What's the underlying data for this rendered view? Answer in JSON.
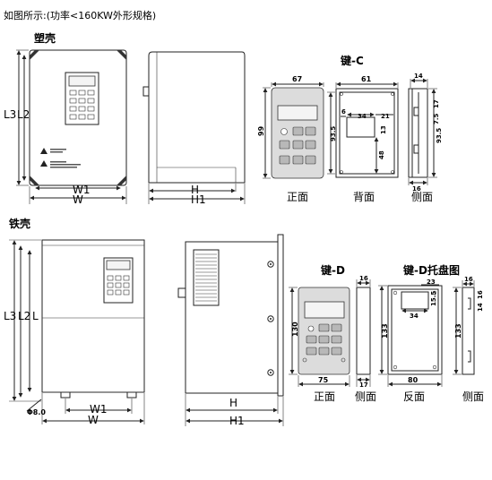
{
  "caption": "如图所示:(功率<160KW外形规格)",
  "plastic": {
    "title": "塑壳",
    "dims": {
      "w1": "W1",
      "w": "W",
      "h": "H",
      "h1": "H1",
      "l3": "L3",
      "l2": "L2"
    }
  },
  "keypad_c": {
    "title": "键-C",
    "front": {
      "label": "正面",
      "width": "67",
      "height": "99"
    },
    "back": {
      "label": "背面",
      "width": "61",
      "height": "93.5",
      "d1": "6",
      "d2": "34",
      "d3": "21",
      "d4": "13",
      "d5": "48"
    },
    "side": {
      "label": "侧面",
      "top": "14",
      "bottom": "16",
      "height": "93.5",
      "d1": "17",
      "d2": "7.5"
    }
  },
  "iron": {
    "title": "铁壳",
    "dims": {
      "w1": "W1",
      "w": "W",
      "h": "H",
      "h1": "H1",
      "l3": "L3",
      "l2": "L2",
      "l": "L",
      "hole": "Φ8.0"
    }
  },
  "keypad_d": {
    "title": "键-D",
    "front": {
      "label": "正面",
      "width": "75",
      "height": "130"
    },
    "side": {
      "label": "侧面",
      "top": "16",
      "bottom": "17"
    }
  },
  "tray_d": {
    "title": "键-D托盘图",
    "back": {
      "label": "反面",
      "width": "80",
      "height": "133",
      "d1": "23",
      "d2": "34",
      "d3": "15.5"
    },
    "side": {
      "label": "侧面",
      "top": "16",
      "height": "133",
      "d1": "14",
      "d2": "16"
    }
  }
}
